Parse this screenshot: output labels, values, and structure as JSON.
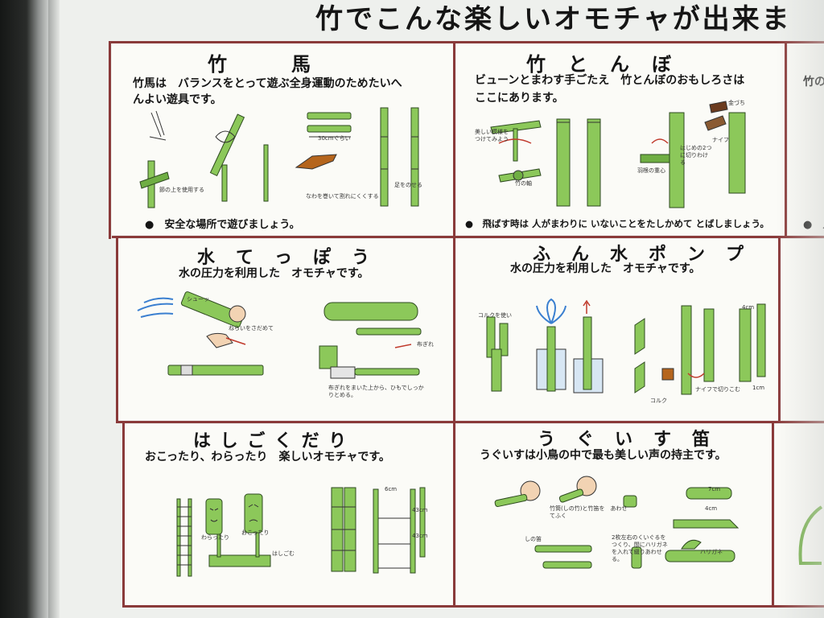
{
  "banner": {
    "title": "竹でこんな楽しいオモチャが出来ま"
  },
  "panels": {
    "takeuma": {
      "title": "竹　　　馬",
      "desc_line1": "竹馬は　バランスをとって遊ぶ全身運動のためたいへ",
      "desc_line2": "んよい遊具です。",
      "note": "●　安全な場所で遊びましょう。",
      "labels": [
        "30cmぐらい",
        "足をのせる",
        "なわを巻いて割れにくくする",
        "節の上を使用する"
      ]
    },
    "taketombo": {
      "title": "竹　と　ん　ぼ",
      "desc_line1": "ビューンとまわす手ごたえ　竹とんぼのおもしろさは",
      "desc_line2": "ここにあります。",
      "note": "●　飛ばす時は 人がまわりに いないことをたしかめて とばしましょう。",
      "labels": [
        "美しい模様をつけてみよう",
        "竹の軸",
        "羽根の重心",
        "金づち",
        "ナイフ",
        "はじめの2つに切りわける"
      ]
    },
    "mizuteppou": {
      "title": "水　て　っ　ぽ　う",
      "desc": "水の圧力を利用した　オモチャです。",
      "labels": [
        "シューッ",
        "ねらいをさだめて",
        "布ぎれ",
        "布ぎれをまいた上から、ひもでしっかりとめる。"
      ]
    },
    "funsui": {
      "title": "ふ　ん　水　ポ　ン　プ",
      "desc": "水の圧力を利用した　オモチャです。",
      "labels": [
        "コルク",
        "コルクを使い",
        "ナイフで切りこむ",
        "1cm",
        "4cm"
      ]
    },
    "hashigo": {
      "title": "は し ご く だ り",
      "desc": "おこったり、わらったり　楽しいオモチャです。",
      "labels": [
        "わらったり",
        "おこったり",
        "はしごむ",
        "6cm",
        "43cm",
        "43cm"
      ]
    },
    "uguisu": {
      "title": "う　ぐ　い　す　笛",
      "desc": "うぐいすは小鳥の中で最も美しい声の持主です。",
      "labels": [
        "竹筒(しの竹)と竹笛を　あわせてふく",
        "しの笛",
        "2枚左右のくいぐるをつくり、間にハリガネを入れて綴りあわせる。",
        "ハリガネ",
        "7cm",
        "4cm"
      ]
    }
  },
  "right_fragments": {
    "top": "竹の",
    "bullet": "●　人"
  }
}
